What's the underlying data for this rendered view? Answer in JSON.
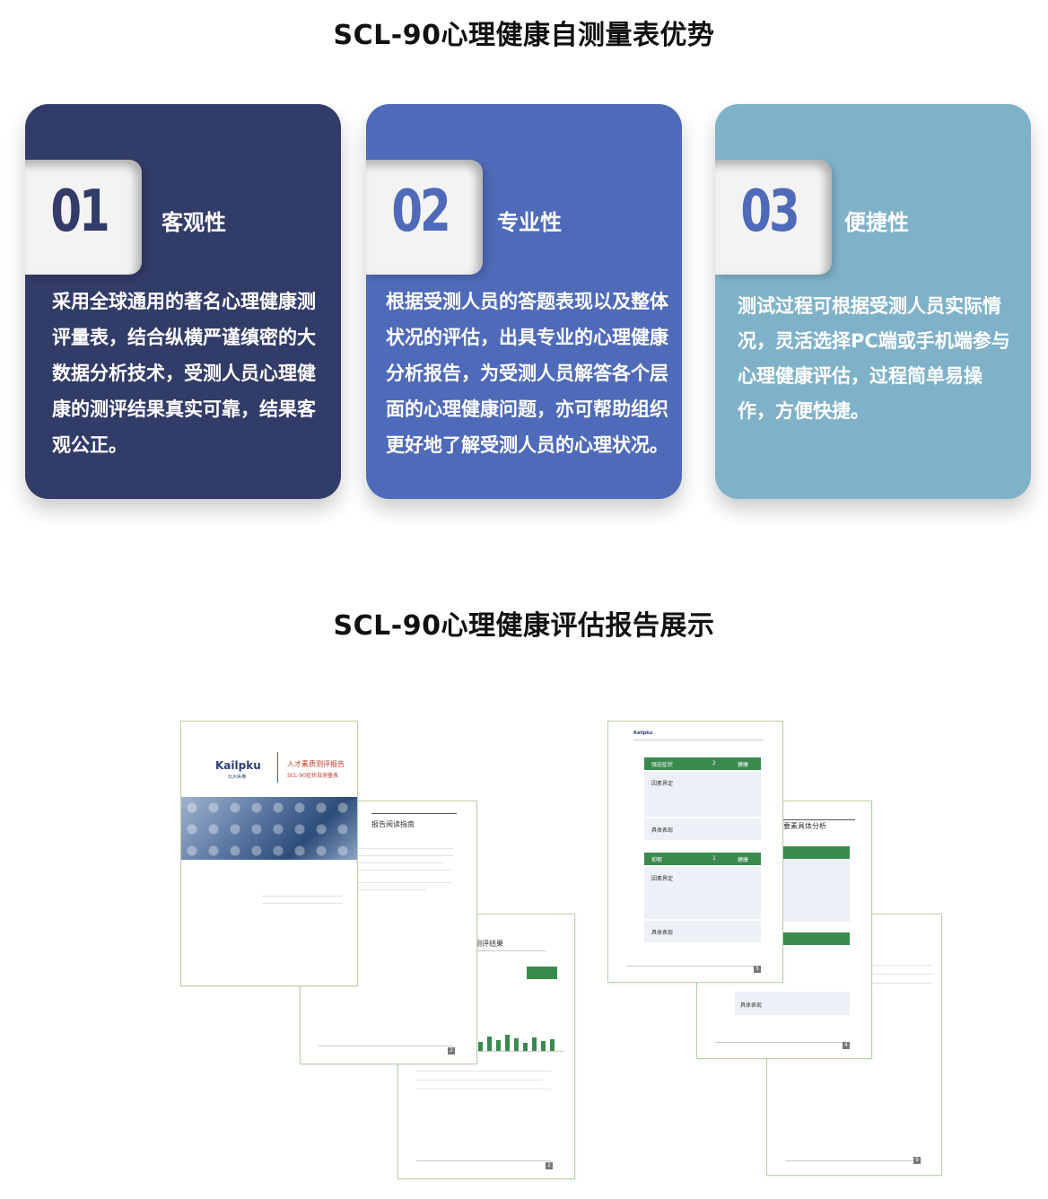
{
  "section1_title": "SCL-90心理健康自测量表优势",
  "section2_title": "SCL-90心理健康评估报告展示",
  "cards": [
    {
      "number": "01",
      "title": "客观性",
      "text": "采用全球通用的著名心理健康测评量表，结合纵横严谨缜密的大数据分析技术，受测人员心理健康的测评结果真实可靠，结果客观公正。"
    },
    {
      "number": "02",
      "title": "专业性",
      "text": "根据受测人员的答题表现以及整体状况的评估，出具专业的心理健康分析报告，为受测人员解答各个层面的心理健康问题，亦可帮助组织更好地了解受测人员的心理状况。"
    },
    {
      "number": "03",
      "title": "便捷性",
      "text": "测试过程可根据受测人员实际情况，灵活选择PC端或手机端参与心理健康评估，过程简单易操作，方便快捷。"
    }
  ],
  "colors": {
    "card1": "#323c68",
    "card2": "#4f6ab8",
    "card3": "#7fb2c9"
  },
  "report": {
    "logo": "Kailpku",
    "logo_cn": "北大纵横",
    "cover_title": "人才素质测评报告",
    "cover_subtitle": "SCL-90症状自测量表",
    "guide_title": "报告阅读指南",
    "results_title": "测评结果",
    "analysis_title": "要素具体分析",
    "table_headers": [
      "强迫症状",
      "2",
      "健康"
    ],
    "table_headers_2": [
      "抑郁",
      "1",
      "健康"
    ],
    "row_labels": [
      "因素界定",
      "具体表现"
    ],
    "page_numbers": [
      "2",
      "3",
      "5",
      "4",
      "9"
    ]
  }
}
